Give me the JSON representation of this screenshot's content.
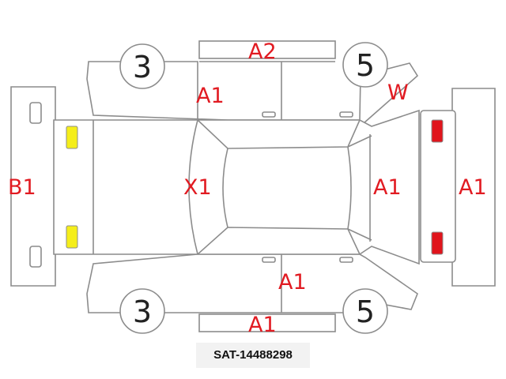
{
  "colors": {
    "damage_text": "#e11b22",
    "yellow_marker": "#f5ee1a",
    "red_marker": "#e0141c",
    "outline": "#8c8c8c"
  },
  "damage_codes": {
    "rear": "B1",
    "top_door_front": "A1",
    "top_roof": "A2",
    "top_front_corner": "W",
    "roof": "X1",
    "hood": "A1",
    "front_bumper": "A1",
    "bottom_door": "A1",
    "bottom_rocker": "A1"
  },
  "tire_grades": {
    "top_rear": "3",
    "top_front": "5",
    "bottom_rear": "3",
    "bottom_front": "5"
  },
  "stock_code": "SAT-14488298"
}
